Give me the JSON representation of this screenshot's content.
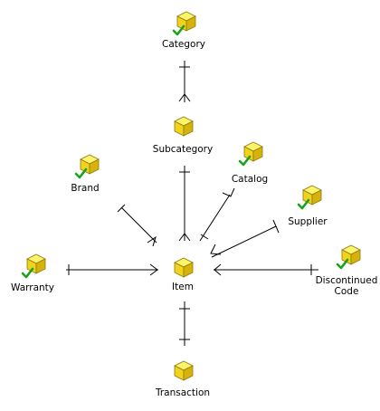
{
  "nodes": {
    "category": {
      "label": "Category",
      "icon": "dimension-cube-checked-icon"
    },
    "subcategory": {
      "label": "Subcategory",
      "icon": "dimension-cube-icon"
    },
    "brand": {
      "label": "Brand",
      "icon": "dimension-cube-checked-icon"
    },
    "catalog": {
      "label": "Catalog",
      "icon": "dimension-cube-checked-icon"
    },
    "supplier": {
      "label": "Supplier",
      "icon": "dimension-cube-checked-icon"
    },
    "warranty": {
      "label": "Warranty",
      "icon": "dimension-cube-checked-icon"
    },
    "item": {
      "label": "Item",
      "icon": "dimension-cube-icon"
    },
    "discontinued_code": {
      "label_line1": "Discontinued",
      "label_line2": "Code",
      "icon": "dimension-cube-checked-icon"
    },
    "transaction": {
      "label": "Transaction",
      "icon": "dimension-cube-icon"
    }
  },
  "colors": {
    "cube_top": "#fff36a",
    "cube_left": "#f1d21c",
    "cube_right": "#d6b20a",
    "check": "#19a219",
    "line": "#000000"
  }
}
